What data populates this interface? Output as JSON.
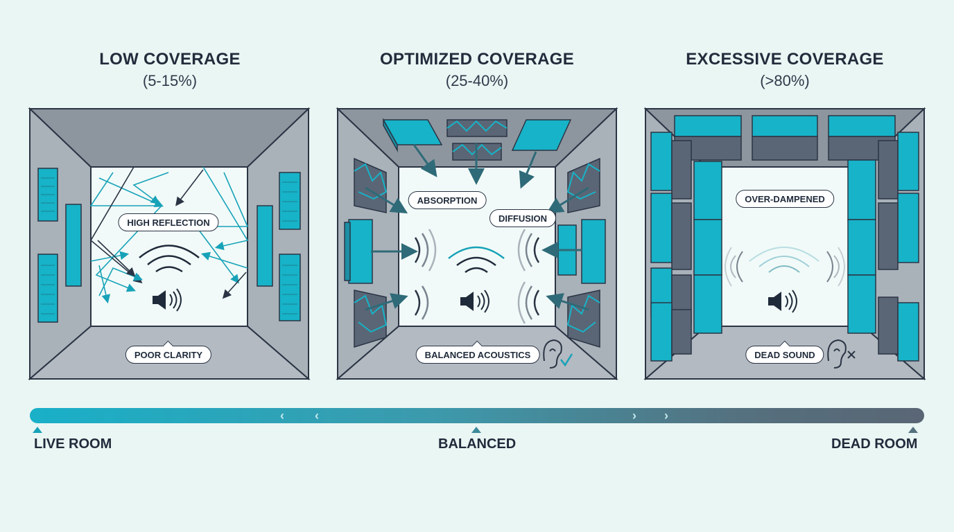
{
  "panels": [
    {
      "title": "LOW COVERAGE",
      "range": "(5-15%)",
      "labels": [
        "HIGH REFLECTION",
        "POOR CLARITY"
      ]
    },
    {
      "title": "OPTIMIZED COVERAGE",
      "range": "(25-40%)",
      "labels": [
        "ABSORPTION",
        "DIFFUSION",
        "BALANCED ACOUSTICS"
      ]
    },
    {
      "title": "EXCESSIVE COVERAGE",
      "range": "(>80%)",
      "labels": [
        "OVER-DAMPENED",
        "DEAD SOUND"
      ]
    }
  ],
  "scale": {
    "left": "LIVE ROOM",
    "center": "BALANCED",
    "right": "DEAD ROOM"
  },
  "colors": {
    "background": "#eaf6f4",
    "panel": "#17b3c8",
    "panel_dark": "#1b8fa3",
    "wall": "#a9b1b9",
    "ceiling": "#8d969f",
    "floor": "#b3bac1",
    "line": "#2a3444",
    "good": "#17a2b8",
    "bad": "#2a3444"
  },
  "icons": [
    "speaker-icon",
    "ear-check-icon",
    "ear-cross-icon"
  ]
}
